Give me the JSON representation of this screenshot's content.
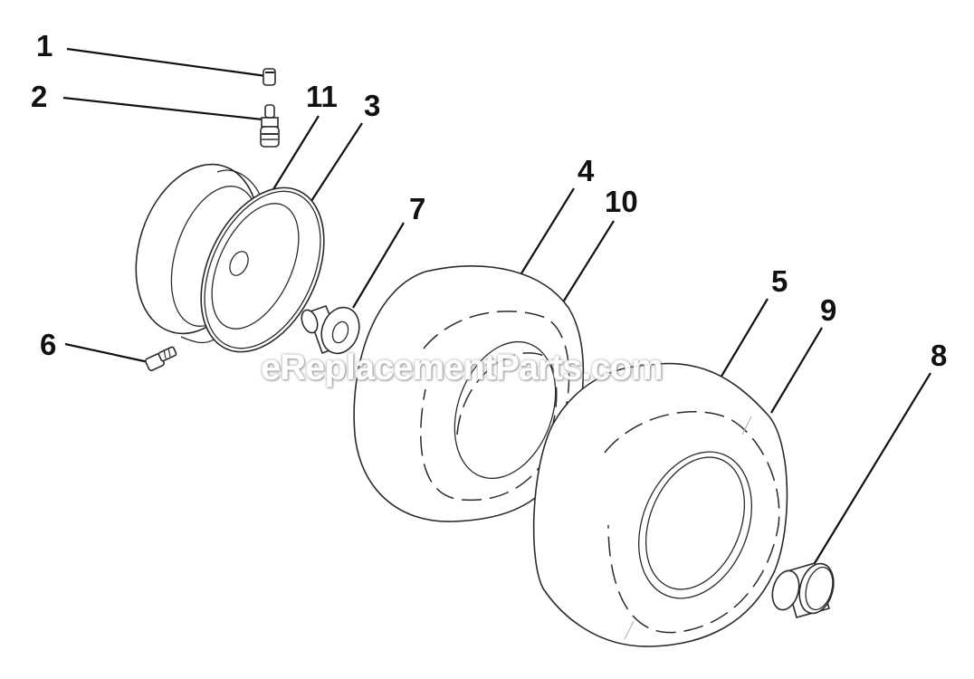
{
  "diagram": {
    "type": "exploded-parts-diagram",
    "subject": "wheel and tire assembly",
    "watermark": "eReplacementParts.com",
    "callouts": [
      {
        "id": "1",
        "label": "1",
        "part": "valve stem cap"
      },
      {
        "id": "2",
        "label": "2",
        "part": "valve stem"
      },
      {
        "id": "3",
        "label": "3",
        "part": "wheel rim outer flange"
      },
      {
        "id": "4",
        "label": "4",
        "part": "front tire"
      },
      {
        "id": "5",
        "label": "5",
        "part": "rear tire"
      },
      {
        "id": "6",
        "label": "6",
        "part": "grease fitting"
      },
      {
        "id": "7",
        "label": "7",
        "part": "flanged bushing"
      },
      {
        "id": "8",
        "label": "8",
        "part": "hub cap"
      },
      {
        "id": "9",
        "label": "9",
        "part": "rear tire tread edge"
      },
      {
        "id": "10",
        "label": "10",
        "part": "front tire tread edge"
      },
      {
        "id": "11",
        "label": "11",
        "part": "wheel rim"
      }
    ]
  }
}
